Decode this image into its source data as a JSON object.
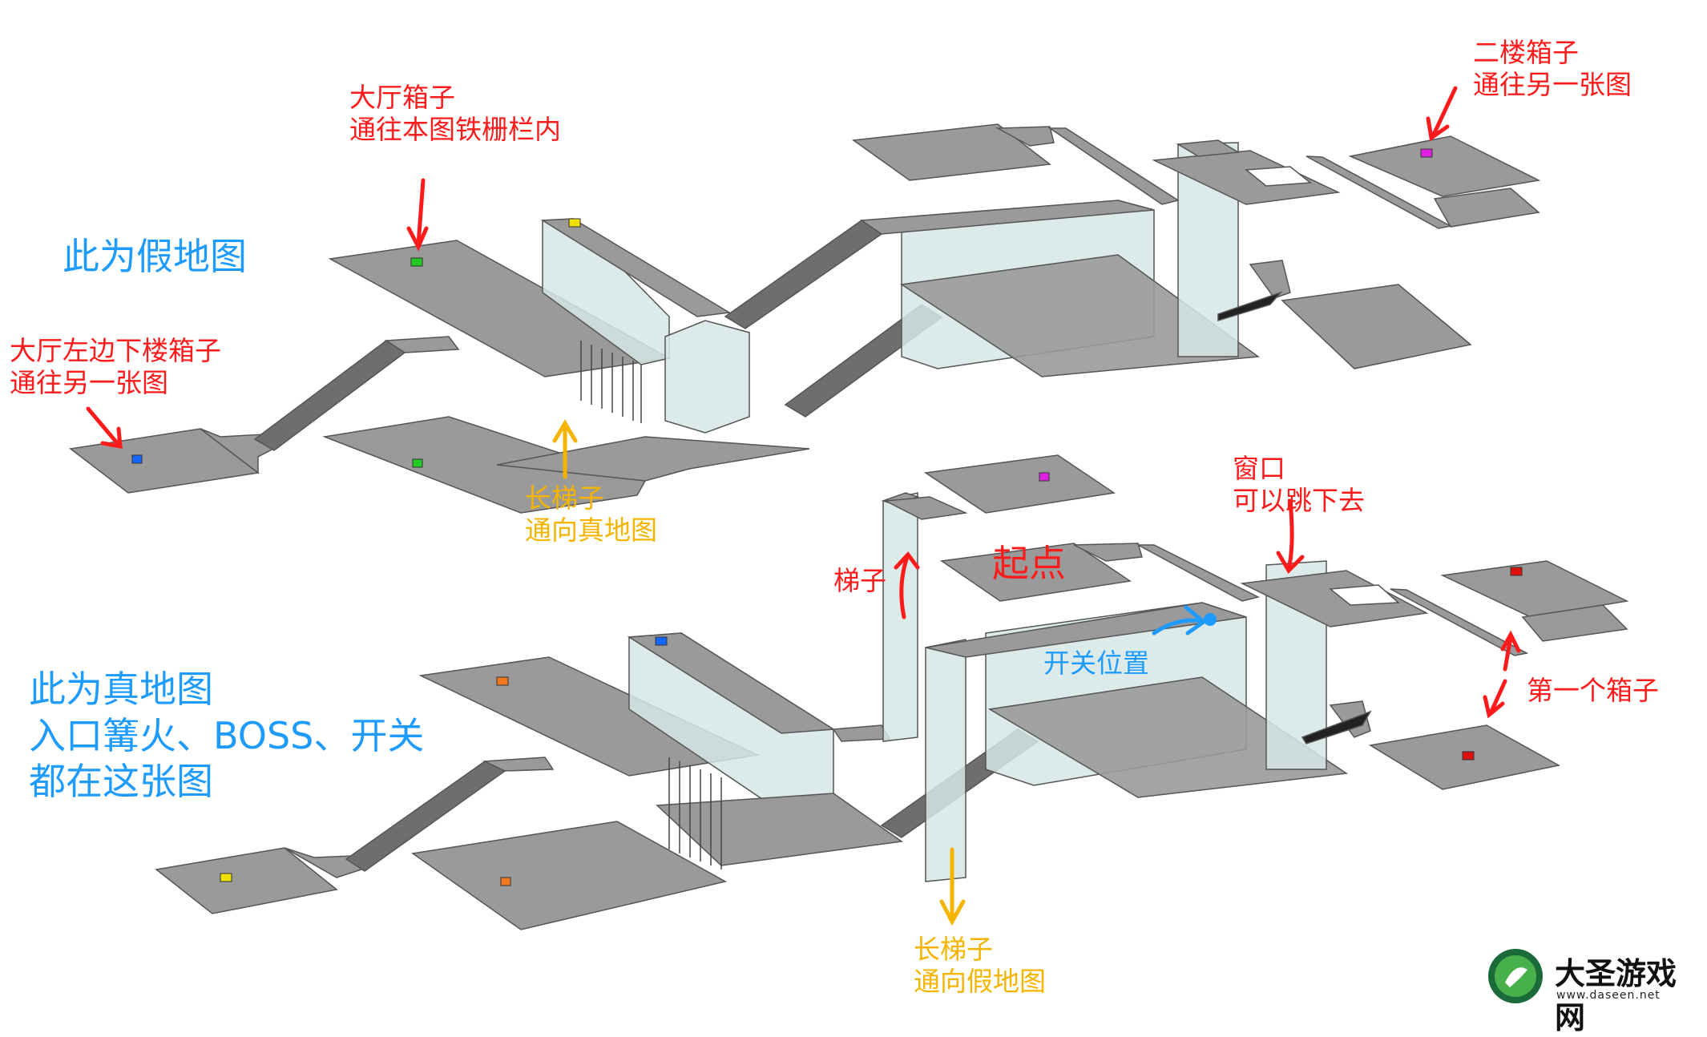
{
  "labels": {
    "fake_title": "此为假地图",
    "real_title": "此为真地图\n入口篝火、BOSS、开关\n都在这张图",
    "hall_box": "大厅箱子\n通往本图铁栅栏内",
    "left_down_box": "大厅左边下楼箱子\n通往另一张图",
    "second_floor_box": "二楼箱子\n通往另一张图",
    "long_ladder_real": "长梯子\n通向真地图",
    "long_ladder_fake": "长梯子\n通向假地图",
    "window": "窗口\n可以跳下去",
    "start": "起点",
    "ladder": "梯子",
    "switch": "开关位置",
    "first_box": "第一个箱子"
  },
  "watermark": {
    "site_name": "大圣游戏网",
    "url": "www.daseen.net"
  },
  "colors": {
    "floor": "#9a9a9a",
    "floor_edge": "#5a5a5a",
    "wall": "#cfe3e0",
    "annotation_red": "#ff1b1b",
    "annotation_blue": "#1e9bff",
    "annotation_yellow": "#f4b400"
  },
  "boxes": [
    {
      "name": "green-box",
      "color": "#22cc22"
    },
    {
      "name": "blue-box",
      "color": "#1565ff"
    },
    {
      "name": "yellow-box",
      "color": "#f0e000"
    },
    {
      "name": "magenta-box",
      "color": "#e020e0"
    },
    {
      "name": "red-box",
      "color": "#e01010"
    },
    {
      "name": "orange-box",
      "color": "#f07820"
    }
  ]
}
